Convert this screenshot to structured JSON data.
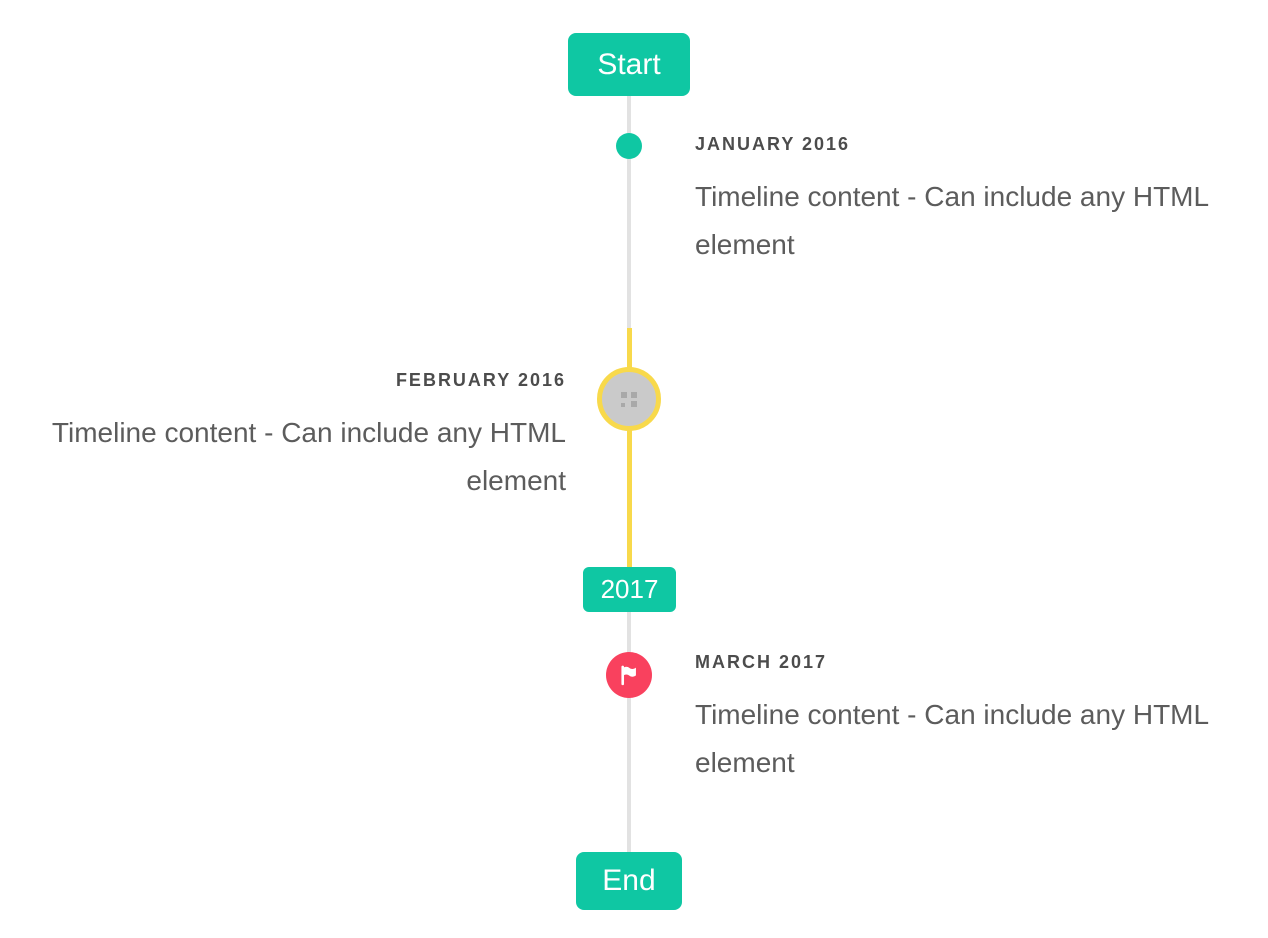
{
  "timeline": {
    "start_badge": "Start",
    "year_badge": "2017",
    "end_badge": "End",
    "items": [
      {
        "title": "JANUARY 2016",
        "content": "Timeline content - Can include any HTML element",
        "side": "right",
        "marker": "teal-dot"
      },
      {
        "title": "FEBRUARY 2016",
        "content": "Timeline content - Can include any HTML element",
        "side": "left",
        "marker": "gray-disc-yellow-ring"
      },
      {
        "title": "MARCH 2017",
        "content": "Timeline content - Can include any HTML element",
        "side": "right",
        "marker": "red-flag-circle"
      }
    ],
    "colors": {
      "accent_teal": "#0fc7a3",
      "highlight_yellow": "#f8d94b",
      "flag_red": "#f9415e",
      "line_gray": "#e2e2e2",
      "disc_gray": "#cacaca",
      "title_text": "#4c4c4c",
      "content_text": "#5c5c5c"
    }
  }
}
